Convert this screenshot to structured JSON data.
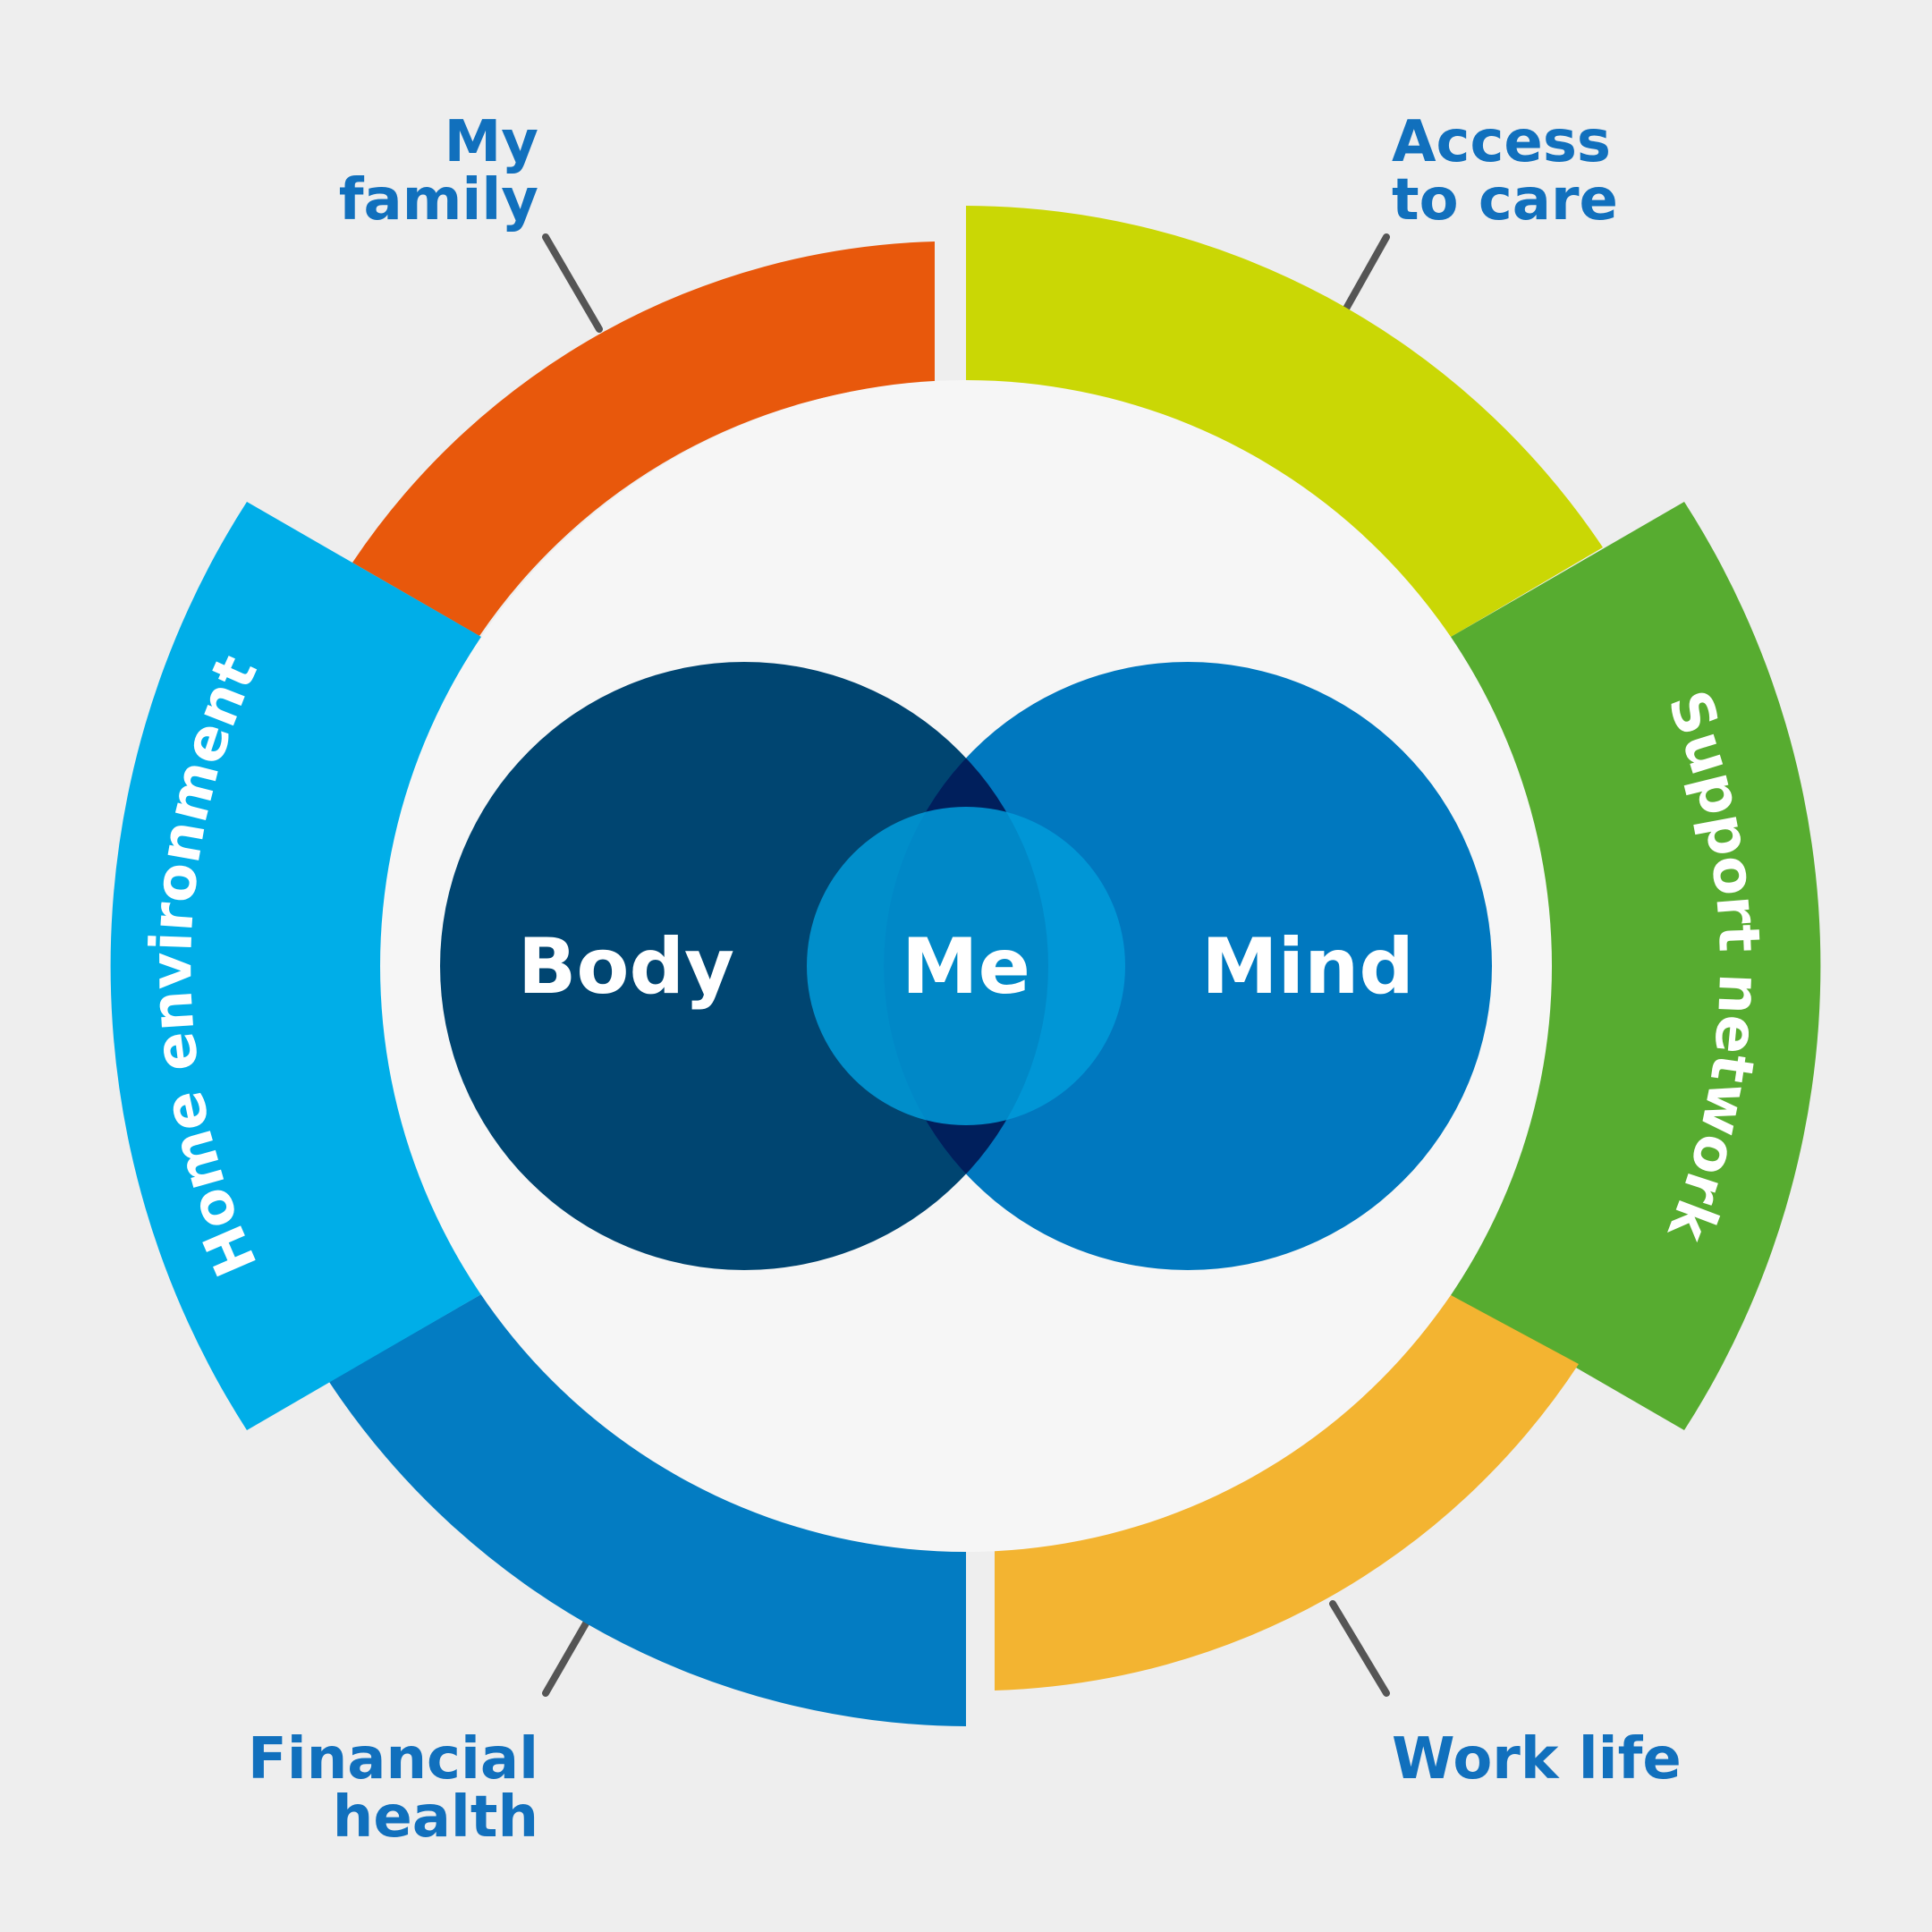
{
  "center": {
    "body_label": "Body",
    "me_label": "Me",
    "mind_label": "Mind"
  },
  "segments": [
    {
      "label_lines": [
        "My",
        "family"
      ],
      "color": "#e8580c"
    },
    {
      "label_lines": [
        "Access",
        "to care"
      ],
      "color": "#cad705"
    },
    {
      "label": "Support network",
      "color": "#57ac30"
    },
    {
      "label_lines": [
        "Work life"
      ],
      "color": "#f3b431"
    },
    {
      "label_lines": [
        "Financial",
        "health"
      ],
      "color": "#037cc2"
    },
    {
      "label": "Home environment",
      "color": "#00aee8"
    }
  ],
  "colors": {
    "background": "#eeeeee",
    "inner_disc": "#f6f6f6",
    "body_circle": "#004571",
    "mind_circle": "#0078bf",
    "me_circle": "#009bd9",
    "overlap": "#001f5c",
    "label_blue": "#1170bd",
    "leader_line": "#555555"
  }
}
